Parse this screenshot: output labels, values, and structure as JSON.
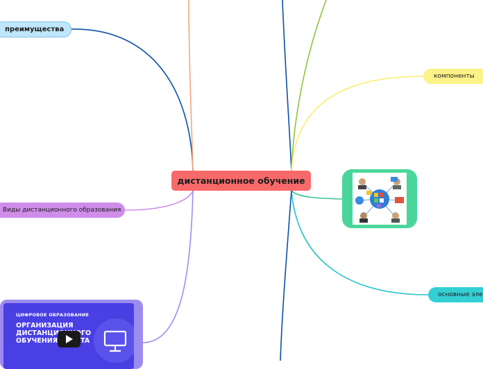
{
  "central": {
    "label": "дистанционное обучение"
  },
  "branches": {
    "advantages": "преимущества",
    "components": "компоненты",
    "types": "Виды дистанционного образования",
    "elements": "основные элем"
  },
  "video": {
    "kicker": "ЦИФРОВОЕ ОБРАЗОВАНИЕ",
    "headline": "ОРГАНИЗАЦИЯ ДИСТАНЦИОННОГО ОБУЧЕНИЯ С LECTA",
    "play_icon": "play-icon",
    "monitor_icon": "monitor-icon"
  },
  "image": {
    "icon": "network-people-icon"
  },
  "colors": {
    "central": "#f86a6a",
    "advantages": "#bfe6fb",
    "advantages_link": "#0a4fa8",
    "components": "#fdf287",
    "types": "#cf8de9",
    "elements": "#34cfd5",
    "image_node": "#4ad69b",
    "video_node": "#9d8cf0",
    "orange_link": "#f4a77a",
    "green_link": "#8fc43a"
  }
}
